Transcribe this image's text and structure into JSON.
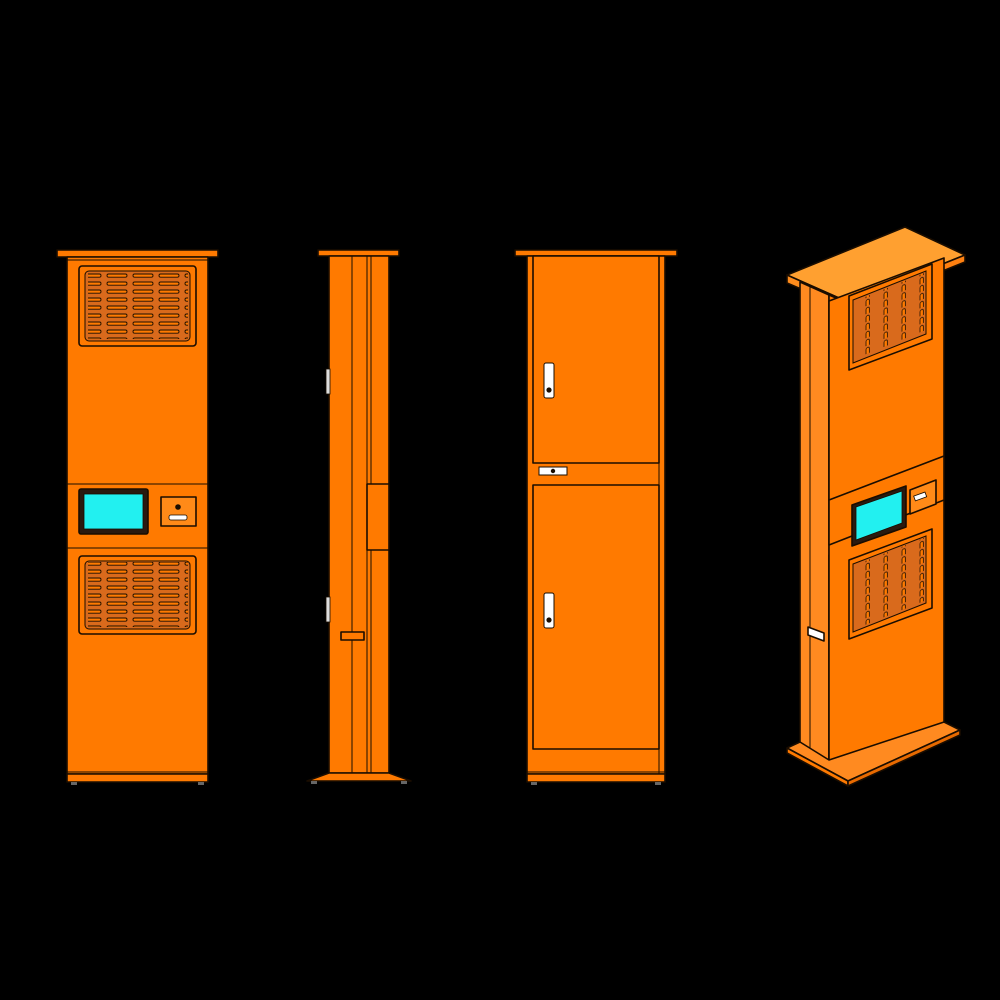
{
  "colors": {
    "background": "#000000",
    "body": "#ff7a00",
    "body_dark": "#e86a00",
    "body_light": "#ff9a2e",
    "top_light": "#ffa030",
    "screen": "#22f0f0",
    "vent_fill": "#d96a1c",
    "outline": "#1a0d00"
  },
  "views": [
    {
      "name": "front-view",
      "has_screen": true,
      "vents": 2
    },
    {
      "name": "side-view",
      "has_screen": false,
      "vents": 0
    },
    {
      "name": "rear-view",
      "doors": 2
    },
    {
      "name": "isometric-view",
      "has_screen": true,
      "vents": 2
    }
  ]
}
